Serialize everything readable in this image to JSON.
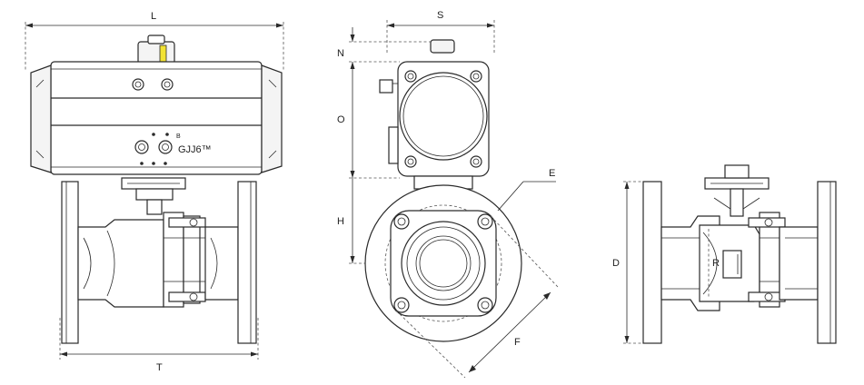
{
  "labels": {
    "L": "L",
    "T": "T",
    "S": "S",
    "N": "N",
    "O": "O",
    "H": "H",
    "E": "E",
    "F": "F",
    "D": "D",
    "R": "R"
  },
  "brand_mark": "GJJ6™",
  "colors": {
    "line": "#2a2a2a",
    "indicator": "#f2e233",
    "background": "#ffffff"
  }
}
